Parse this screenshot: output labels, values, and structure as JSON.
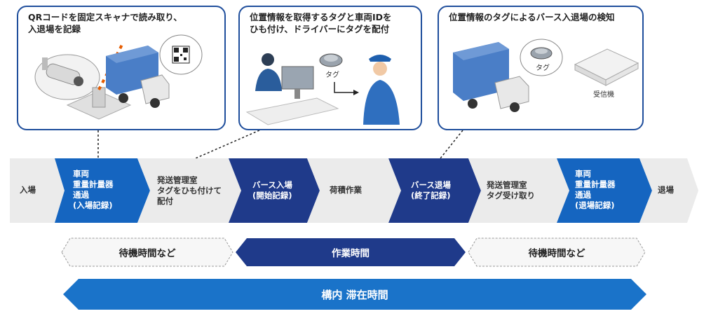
{
  "callouts": [
    {
      "title": "QRコードを固定スキャナで読み取り、\n入退場を記録"
    },
    {
      "title": "位置情報を取得するタグと車両IDを\nひも付け、ドライバーにタグを配付",
      "tag_label": "タグ"
    },
    {
      "title": "位置情報のタグによるバース入退場の検知",
      "tag_label": "タグ",
      "receiver_label": "受信機"
    }
  ],
  "steps": [
    {
      "label": "入場",
      "style": "gray"
    },
    {
      "label": "車両\n重量計量器\n通過\n(入場記録)",
      "style": "blue"
    },
    {
      "label": "発送管理室\nタグをひも付けて\n配付",
      "style": "gray"
    },
    {
      "label": "バース入場\n(開始記録)",
      "style": "navy"
    },
    {
      "label": "荷積作業",
      "style": "gray"
    },
    {
      "label": "バース退場\n(終了記録)",
      "style": "navy"
    },
    {
      "label": "発送管理室\nタグ受け取り",
      "style": "gray"
    },
    {
      "label": "車両\n重量計量器\n通過\n(退場記録)",
      "style": "blue"
    },
    {
      "label": "退場",
      "style": "gray"
    }
  ],
  "bands": {
    "wait1": "待機時間など",
    "work": "作業時間",
    "wait2": "待機時間など",
    "total": "構内 滞在時間"
  },
  "colors": {
    "navy": "#1f3a8a",
    "blue": "#1565c0",
    "gray": "#ebebeb",
    "border": "#1f4e9c",
    "total": "#1a73c9"
  }
}
